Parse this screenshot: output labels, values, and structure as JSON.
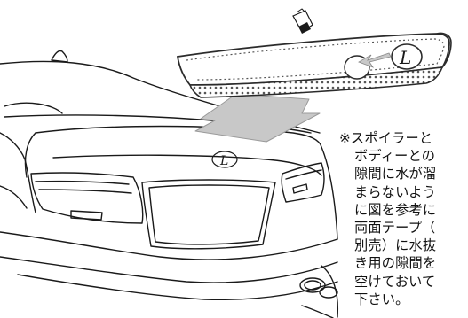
{
  "diagram": {
    "emblem_letter": "L",
    "note_lines": [
      "※スポイラーと",
      "ボディーとの",
      "隙間に水が溜",
      "まらないよう",
      "に図を参考に",
      "両面テープ（",
      "別売）に水抜",
      "き用の隙間を",
      "空けておいて",
      "下さい。"
    ],
    "colors": {
      "line": "#1a1a1a",
      "arrow_fill": "#c8c8c8",
      "spoiler_edge": "#2b2b2b",
      "tape": "#555555"
    },
    "icons": [
      "tape-roll-icon",
      "lexus-emblem-icon",
      "shark-fin-antenna-icon"
    ]
  }
}
